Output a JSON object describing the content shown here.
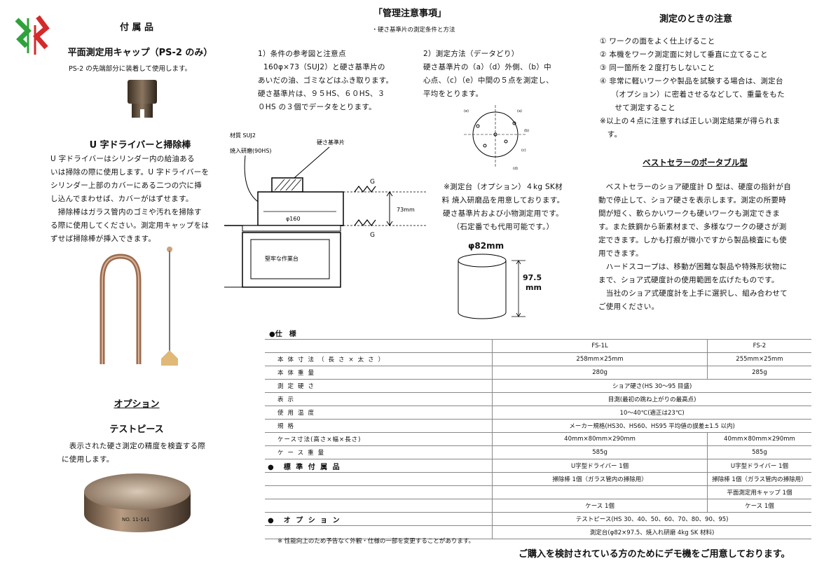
{
  "logo": {
    "name": "logo-mark",
    "colors": [
      "#2fa23b",
      "#d42a2a"
    ]
  },
  "left": {
    "accessories_title": "付 属 品",
    "cap_title": "平面測定用キャップ（PS-2 のみ）",
    "cap_desc": "PS-2 の先端部分に装着して使用します。",
    "driver_title": "U 字ドライバーと掃除棒",
    "driver_desc": [
      "U 字ドライバーはシリンダー内の給油ある",
      "いは掃除の際に使用します。U 字ドライバーを",
      "シリンダー上部のカバーにある二つの穴に挿",
      "し込んでまわせば、カバーがはずせます。",
      "　掃除棒はガラス管内のゴミや汚れを掃除す",
      "る際に使用してください。測定用キャップをは",
      "ずせば掃除棒が挿入できます。"
    ],
    "option_title": "オプション",
    "testpiece_title": "テストピース",
    "testpiece_desc": [
      "　表示された硬さ測定の精度を検査する際",
      "に使用します。"
    ],
    "disk_label": "NO. 11-141"
  },
  "middle": {
    "title": "「管理注意事項」",
    "subtitle": "・硬さ基準片の測定条件と方法",
    "cond_title": "1）条件の参考図と注意点",
    "cond_lines": [
      "160φ×73（SUJ2）と硬さ基準片の",
      "あいだの油、ゴミなどはふき取ります。",
      "硬さ基準片は、９５HS、６０HS、３",
      "０HS の３個でデータをとります。"
    ],
    "method_title": "2）測定方法（データどり）",
    "method_lines": [
      "硬さ基準片の（a）（d）外側、（b）中",
      "心点、（c）（e）中間の５点を測定し、",
      "平均をとります。"
    ],
    "diagram": {
      "material": "材質 SUJ2",
      "polish": "焼入研磨(90HS)",
      "block": "硬さ基準片",
      "dia": "φ160",
      "height": "73mm",
      "g_top": "G",
      "g_bot": "G",
      "table": "堅牢な作業台"
    },
    "points": [
      "(a)",
      "(b)",
      "(c)",
      "(d)",
      "(e)"
    ],
    "stand_lines": [
      "※測定台（オプション）４kg SK材",
      "料 焼入研磨品を用意しております。",
      "硬さ基準片および小物測定用です。",
      "（石定番でも代用可能です。）"
    ],
    "cyl_dia": "φ82mm",
    "cyl_h": "97.5",
    "cyl_unit": "mm"
  },
  "right": {
    "notes_title": "測定のときの注意",
    "notes": [
      "①  ワークの面をよく仕上げること",
      "②  本機をワーク測定面に対して垂直に立てること",
      "③  同一箇所を２度打ちしないこと",
      "④  非常に軽いワークや製品を試験する場合は、測定台",
      "　　（オプション）に密着させるなどして、重量をもた",
      "　　せて測定すること",
      "※以上の４点に注意すれば正しい測定結果が得られま",
      "　す。"
    ],
    "portable_title": "ベストセラーのポータブル型",
    "portable_lines": [
      "　ベストセラーのショア硬度計 D 型は、硬度の指針が自",
      "動で停止して、ショア硬さを表示します。測定の所要時",
      "間が短く、軟らかいワークも硬いワークも測定できま",
      "す。また鉄鋼から新素材まで、多様なワークの硬さが測",
      "定できます。しかも打痕が微小ですから製品検査にも使",
      "用できます。",
      "　ハードスコープは、移動が困難な製品や特殊形状物に",
      "まで、ショア式硬度計の使用範囲を広げたものです。",
      "　当社のショア式硬度計を上手に選択し、組み合わせて",
      "ご使用ください。"
    ]
  },
  "spec": {
    "title": "●仕　様",
    "col1": "FS-1L",
    "col2": "FS-2",
    "rows": [
      {
        "label": "本体寸法（長さ×太さ）",
        "v1": "258mm×25mm",
        "v2": "255mm×25mm"
      },
      {
        "label": "本体重量",
        "v1": "280g",
        "v2": "285g"
      },
      {
        "label": "測定硬さ",
        "span": "ショア硬さ(HS 30～95 目盛)"
      },
      {
        "label": "表示",
        "span": "目測(最初の跳ね上がりの最高点)"
      },
      {
        "label": "使用温度",
        "span": "10～40℃(適正は23℃)"
      },
      {
        "label": "規格",
        "span": "メーカー規格(HS30、HS60、HS95  平均値の誤差±1.5 以内)"
      },
      {
        "label": "ケース寸法(高さ×幅×長さ)",
        "v1": "40mm×80mm×290mm",
        "v2": "40mm×80mm×290mm"
      },
      {
        "label": "ケース重量",
        "v1": "585g",
        "v2": "585g"
      }
    ],
    "std_title": "●　標 準 付 属 品",
    "std_rows": [
      {
        "v1": "U字型ドライバー 1個",
        "v2": "U字型ドライバー 1個"
      },
      {
        "v1": "掃除棒 1個（ガラス管内の掃除用）",
        "v2": "掃除棒 1個（ガラス管内の掃除用）"
      },
      {
        "v1": "",
        "v2": "平面測定用キャップ 1個"
      },
      {
        "v1": "ケース 1個",
        "v2": "ケース 1個"
      }
    ],
    "opt_title": "●　オ プ シ ョ ン",
    "opt_rows": [
      "テストピース(HS 30、40、50、60、70、80、90、95)",
      "測定台(φ82×97.5、焼入れ研磨 4kg SK 材料)"
    ],
    "footnote": "※  性能向上のため予告なく外観・仕様の一部を変更することがあります。"
  },
  "footer": "ご購入を検討されている方のためにデモ機をご用意しております。"
}
